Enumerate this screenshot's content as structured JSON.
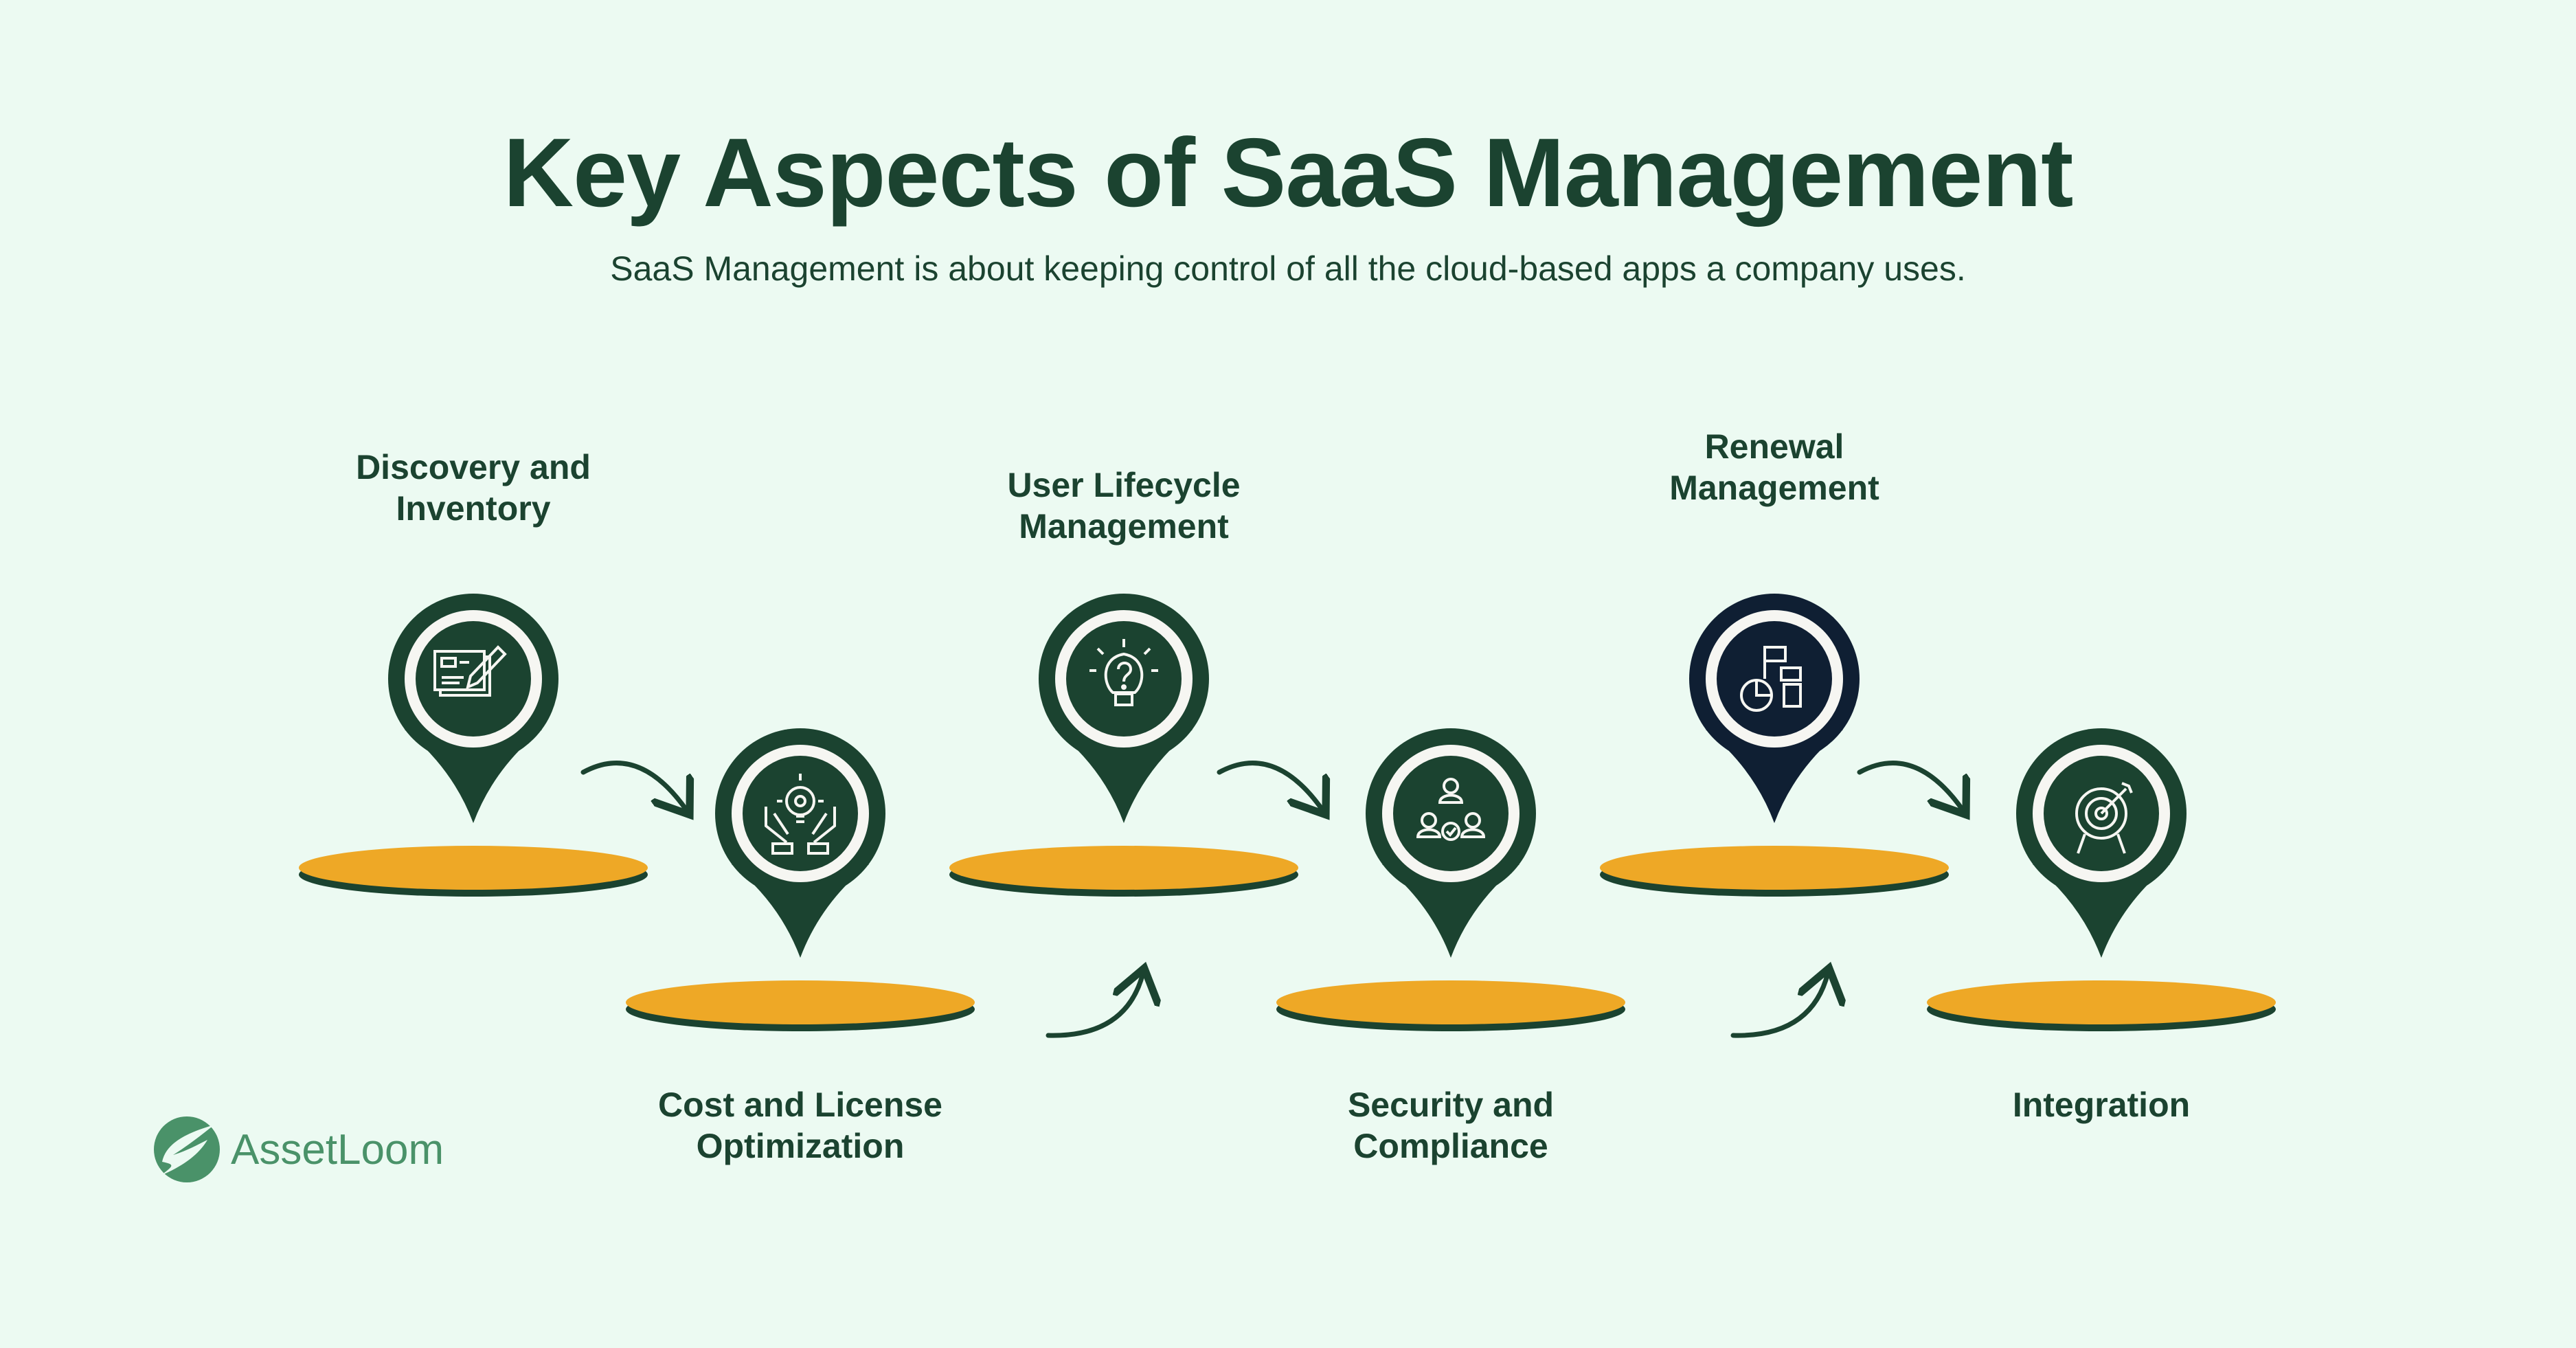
{
  "header": {
    "title": "Key Aspects of SaaS Management",
    "subtitle": "SaaS Management is about keeping control of all the cloud-based apps a company uses."
  },
  "steps": [
    {
      "label_line1": "Discovery and",
      "label_line2": "Inventory",
      "icon": "document-edit-icon",
      "color": "#1b4330"
    },
    {
      "label_line1": "Cost and License",
      "label_line2": "Optimization",
      "icon": "hands-lightbulb-gear-icon",
      "color": "#1b4330"
    },
    {
      "label_line1": "User Lifecycle",
      "label_line2": "Management",
      "icon": "lightbulb-question-icon",
      "color": "#1b4330"
    },
    {
      "label_line1": "Security and",
      "label_line2": "Compliance",
      "icon": "team-check-icon",
      "color": "#1b4330"
    },
    {
      "label_line1": "Renewal",
      "label_line2": "Management",
      "icon": "chart-documents-icon",
      "color": "#0f1f33"
    },
    {
      "label_line1": "Integration",
      "label_line2": "",
      "icon": "target-arrow-icon",
      "color": "#1b4330"
    }
  ],
  "brand": {
    "name": "AssetLoom",
    "color": "#4a9269"
  },
  "colors": {
    "background": "#ecfaf2",
    "primary": "#1b4330",
    "platform": "#eea826"
  }
}
